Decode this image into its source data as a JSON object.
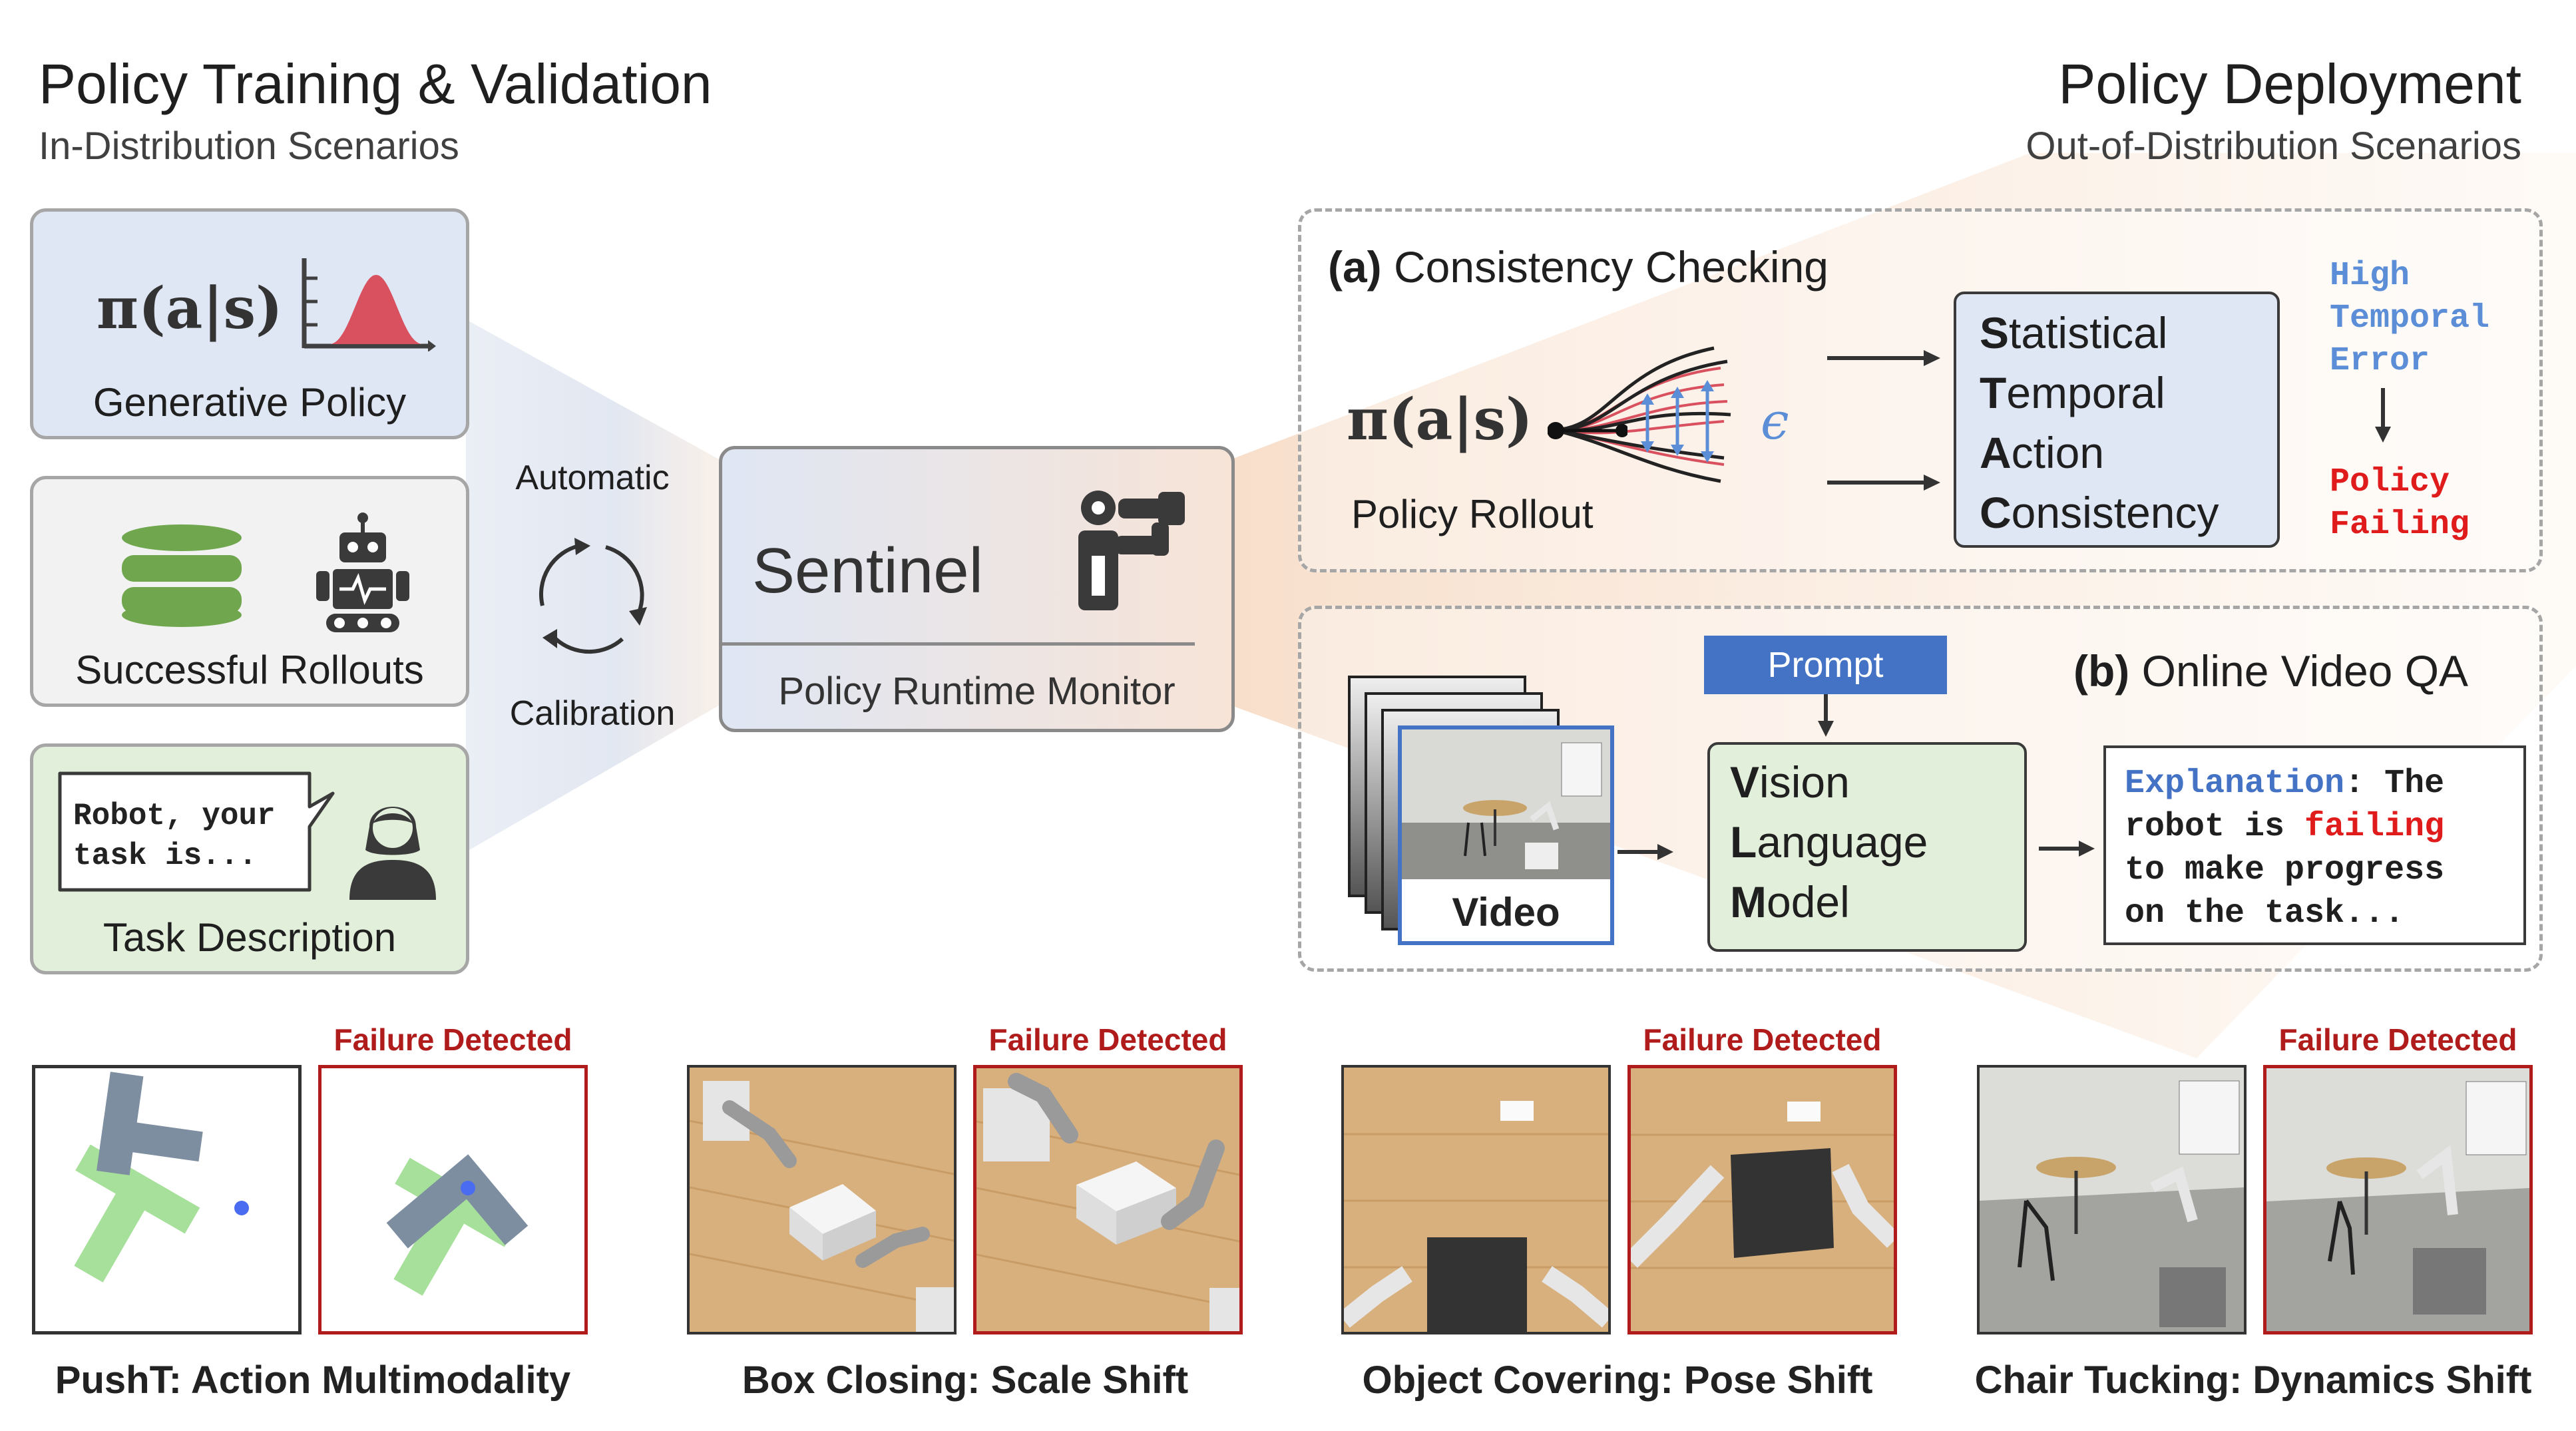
{
  "left_header": {
    "title": "Policy Training & Validation",
    "subtitle": "In-Distribution Scenarios"
  },
  "right_header": {
    "title": "Policy Deployment",
    "subtitle": "Out-of-Distribution Scenarios"
  },
  "inputs": {
    "generative_policy": {
      "formula": "π(a|s)",
      "label": "Generative Policy"
    },
    "successful_rollouts": {
      "label": "Successful Rollouts"
    },
    "task_description": {
      "speech": [
        "Robot, your",
        "task is..."
      ],
      "label": "Task Description"
    }
  },
  "calibration": {
    "top": "Automatic",
    "bottom": "Calibration"
  },
  "sentinel": {
    "title": "Sentinel",
    "subtitle": "Policy Runtime Monitor"
  },
  "consistency": {
    "heading_prefix": "(a)",
    "heading": "Consistency Checking",
    "formula": "π(a|s)",
    "epsilon": "ϵ",
    "rollout_label": "Policy Rollout",
    "stac": [
      {
        "initial": "S",
        "rest": "tatistical"
      },
      {
        "initial": "T",
        "rest": "emporal"
      },
      {
        "initial": "A",
        "rest": "ction"
      },
      {
        "initial": "C",
        "rest": "onsistency"
      }
    ],
    "error_lines": [
      "High",
      "Temporal",
      "Error"
    ],
    "failing_lines": [
      "Policy",
      "Failing"
    ]
  },
  "video_qa": {
    "heading_prefix": "(b)",
    "heading": "Online Video QA",
    "prompt": "Prompt",
    "video_label": "Video",
    "vlm": [
      {
        "initial": "V",
        "rest": "ision"
      },
      {
        "initial": "L",
        "rest": "anguage"
      },
      {
        "initial": "M",
        "rest": "odel"
      }
    ],
    "explanation_key": "Explanation",
    "explanation_line1_rest": ": The",
    "explanation_line2_a": "robot is ",
    "explanation_line2_b": "failing",
    "explanation_line3": "to make progress",
    "explanation_line4": "on the task..."
  },
  "examples": [
    {
      "failure_label": "Failure Detected",
      "caption": "PushT: Action Multimodality"
    },
    {
      "failure_label": "Failure Detected",
      "caption": "Box Closing: Scale Shift"
    },
    {
      "failure_label": "Failure Detected",
      "caption": "Object Covering: Pose Shift"
    },
    {
      "failure_label": "Failure Detected",
      "caption": "Chair Tucking: Dynamics Shift"
    }
  ],
  "colors": {
    "blue_box": "#dfe6f4",
    "gray_box": "#f2f2f2",
    "green_box": "#e2efda",
    "box_border": "#a6a6a6",
    "prompt_blue": "#4472c4",
    "error_blue": "#5b8ed6",
    "fail_red": "#e01b1b",
    "caption_red": "#b01c1c",
    "distribution_red": "#d9505e",
    "db_green": "#70a64e"
  }
}
